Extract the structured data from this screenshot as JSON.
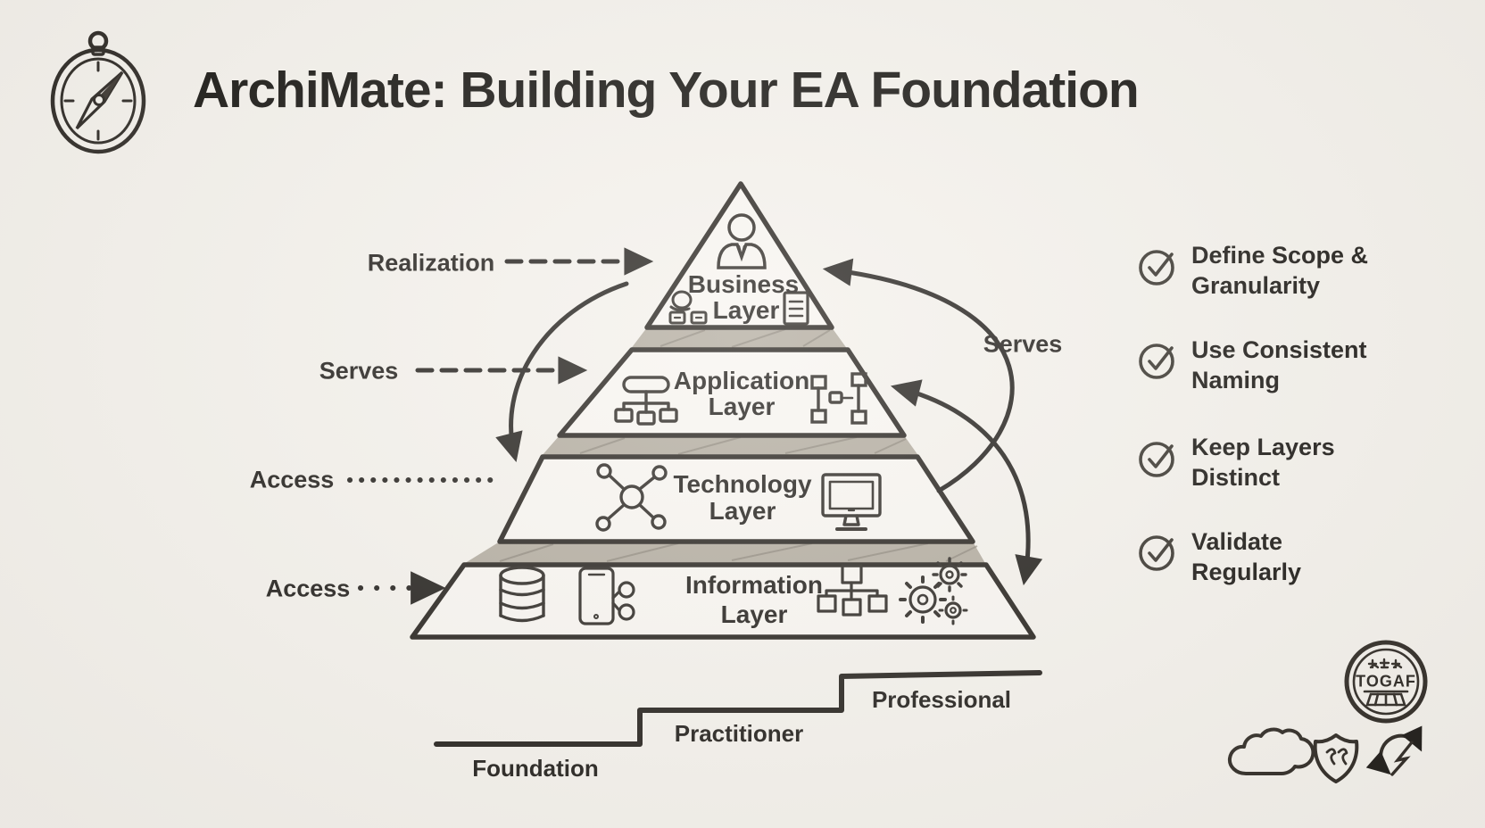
{
  "title": "ArchiMate: Building Your EA Foundation",
  "pyramid": {
    "layers": [
      {
        "id": "business",
        "line1": "Business",
        "line2": "Layer"
      },
      {
        "id": "application",
        "line1": "Application",
        "line2": "Layer"
      },
      {
        "id": "technology",
        "line1": "Technology",
        "line2": "Layer"
      },
      {
        "id": "information",
        "line1": "Information",
        "line2": "Layer"
      }
    ]
  },
  "relations": {
    "realization": "Realization",
    "serves_left": "Serves",
    "access_upper": "Access",
    "access_lower": "Access",
    "serves_right": "Serves"
  },
  "checklist": [
    "Define Scope & Granularity",
    "Use Consistent Naming",
    "Keep Layers Distinct",
    "Validate Regularly"
  ],
  "maturity": {
    "steps": [
      "Foundation",
      "Practitioner",
      "Professional"
    ]
  },
  "badge": {
    "label": "TOGAF"
  },
  "colors": {
    "background": "#f4f1eb",
    "ink": "#23201c",
    "pencil_shadow": "#aba396"
  }
}
